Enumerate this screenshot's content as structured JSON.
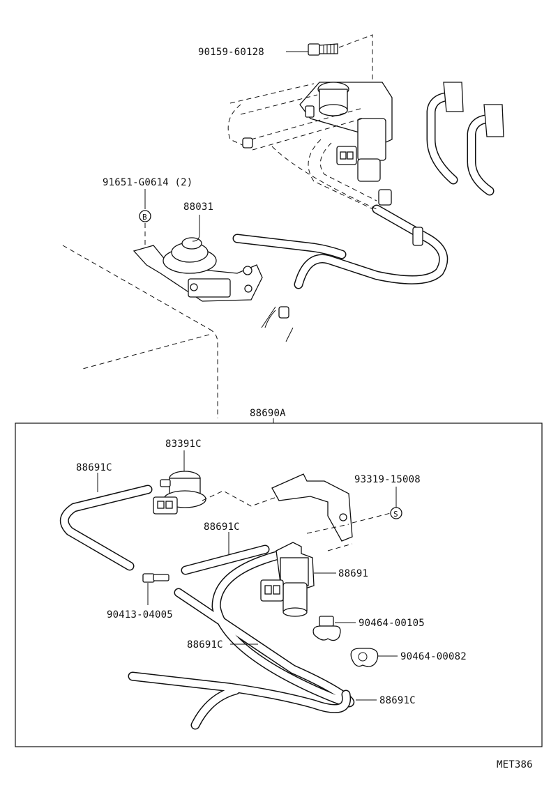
{
  "labels": {
    "bolt": "90159-60128",
    "screw": "91651-G0614 (2)",
    "screw_marker": "B",
    "modulator": "88031",
    "kit": "88690A",
    "filter": "83391C",
    "hose_upper_left": "88691C",
    "hose_middle": "88691C",
    "bracket_bolt": "93319-15008",
    "bracket_marker": "S",
    "vsv": "88691",
    "connector": "90413-04005",
    "clip_1": "90464-00105",
    "hose_long": "88691C",
    "clip_2": "90464-00082",
    "hose_lower": "88691C",
    "ref_code": "MET386"
  }
}
